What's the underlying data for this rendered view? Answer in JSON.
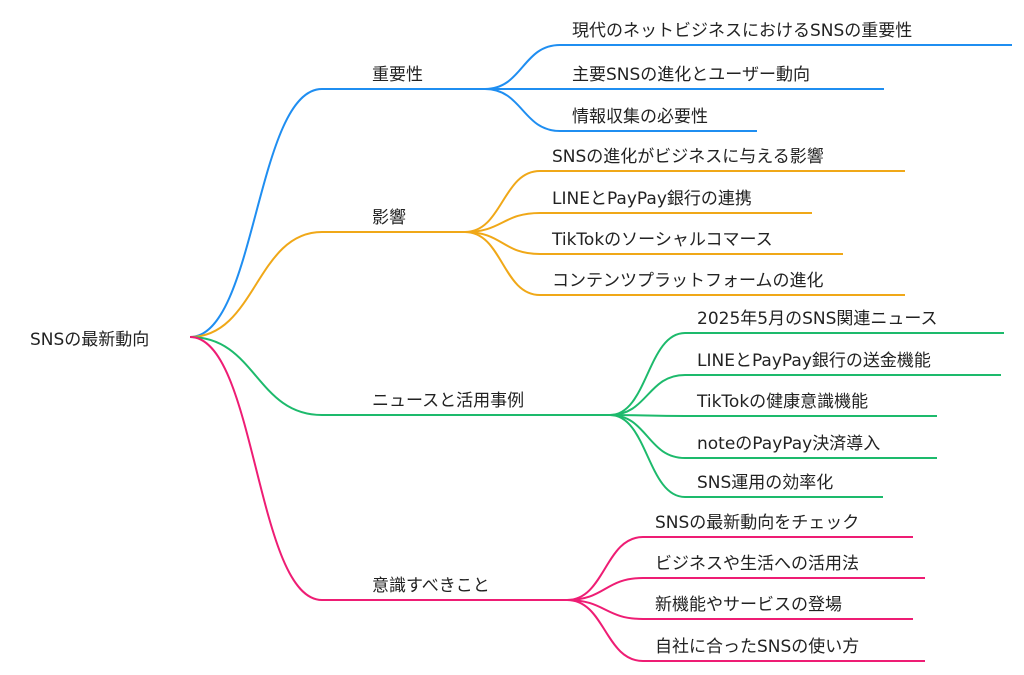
{
  "root": {
    "label": "SNSの最新動向"
  },
  "branches": [
    {
      "label": "重要性",
      "color": "#1f8ef1",
      "children": [
        "現代のネットビジネスにおけるSNSの重要性",
        "主要SNSの進化とユーザー動向",
        "情報収集の必要性"
      ]
    },
    {
      "label": "影響",
      "color": "#f0a818",
      "children": [
        "SNSの進化がビジネスに与える影響",
        "LINEとPayPay銀行の連携",
        "TikTokのソーシャルコマース",
        "コンテンツプラットフォームの進化"
      ]
    },
    {
      "label": "ニュースと活用事例",
      "color": "#1dba6c",
      "children": [
        "2025年5月のSNS関連ニュース",
        "LINEとPayPay銀行の送金機能",
        "TikTokの健康意識機能",
        "noteのPayPay決済導入",
        "SNS運用の効率化"
      ]
    },
    {
      "label": "意識すべきこと",
      "color": "#ee1d74",
      "children": [
        "SNSの最新動向をチェック",
        "ビジネスや生活への活用法",
        "新機能やサービスの登場",
        "自社に合ったSNSの使い方"
      ]
    }
  ]
}
